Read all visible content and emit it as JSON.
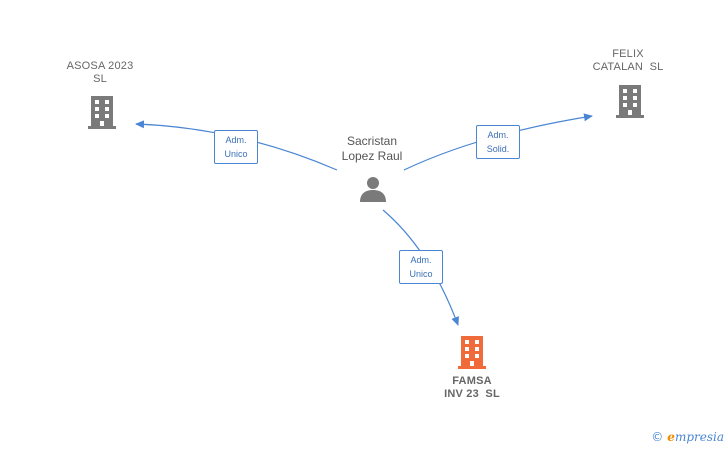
{
  "nodes": {
    "asosa": {
      "label": "ASOSA 2023\nSL"
    },
    "felix": {
      "label": "FELIX\nCATALAN  SL"
    },
    "famsa": {
      "label": "FAMSA\nINV 23  SL"
    },
    "person": {
      "label": "Sacristan\nLopez Raul"
    }
  },
  "edges": {
    "to_asosa": {
      "label": "Adm.\nUnico"
    },
    "to_felix": {
      "label": "Adm.\nSolid."
    },
    "to_famsa": {
      "label": "Adm.\nUnico"
    }
  },
  "colors": {
    "edge": "#4a86d4",
    "building_default": "#7a7a7a",
    "building_highlight": "#f06a3a",
    "person": "#7a7a7a"
  },
  "icons": [
    "building-icon",
    "person-icon",
    "copyright-icon"
  ],
  "brand": {
    "copyright": "©",
    "e": "e",
    "rest": "mpresia"
  }
}
